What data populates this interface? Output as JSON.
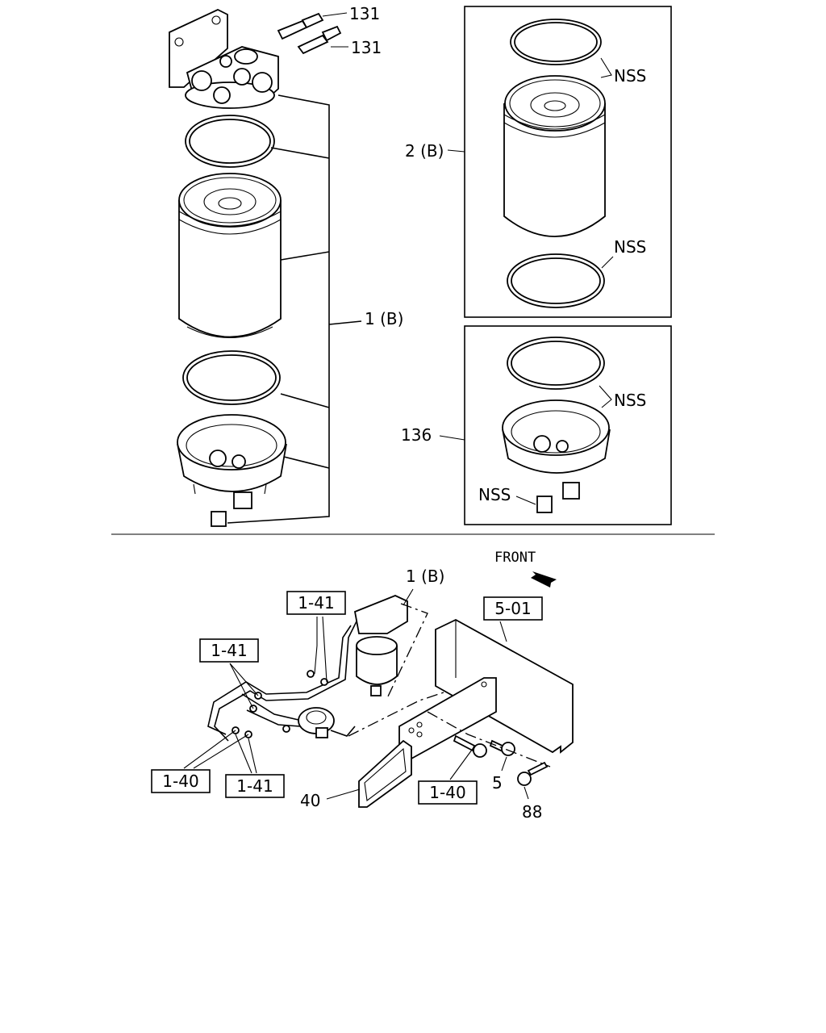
{
  "callouts": {
    "c131a": "131",
    "c131b": "131",
    "c1b": "1 (B)",
    "c2b": "2 (B)",
    "nss1": "NSS",
    "nss2": "NSS",
    "nss3": "NSS",
    "nss4": "NSS",
    "c136": "136",
    "c1b_lower": "1 (B)",
    "front": "FRONT",
    "c40": "40",
    "c5": "5",
    "c88": "88"
  },
  "boxed_refs": {
    "r141a": "1-41",
    "r141b": "1-41",
    "r140a": "1-40",
    "r141c": "1-41",
    "r140b": "1-40",
    "r501": "5-01"
  },
  "icons": [
    "front-arrow-icon"
  ]
}
